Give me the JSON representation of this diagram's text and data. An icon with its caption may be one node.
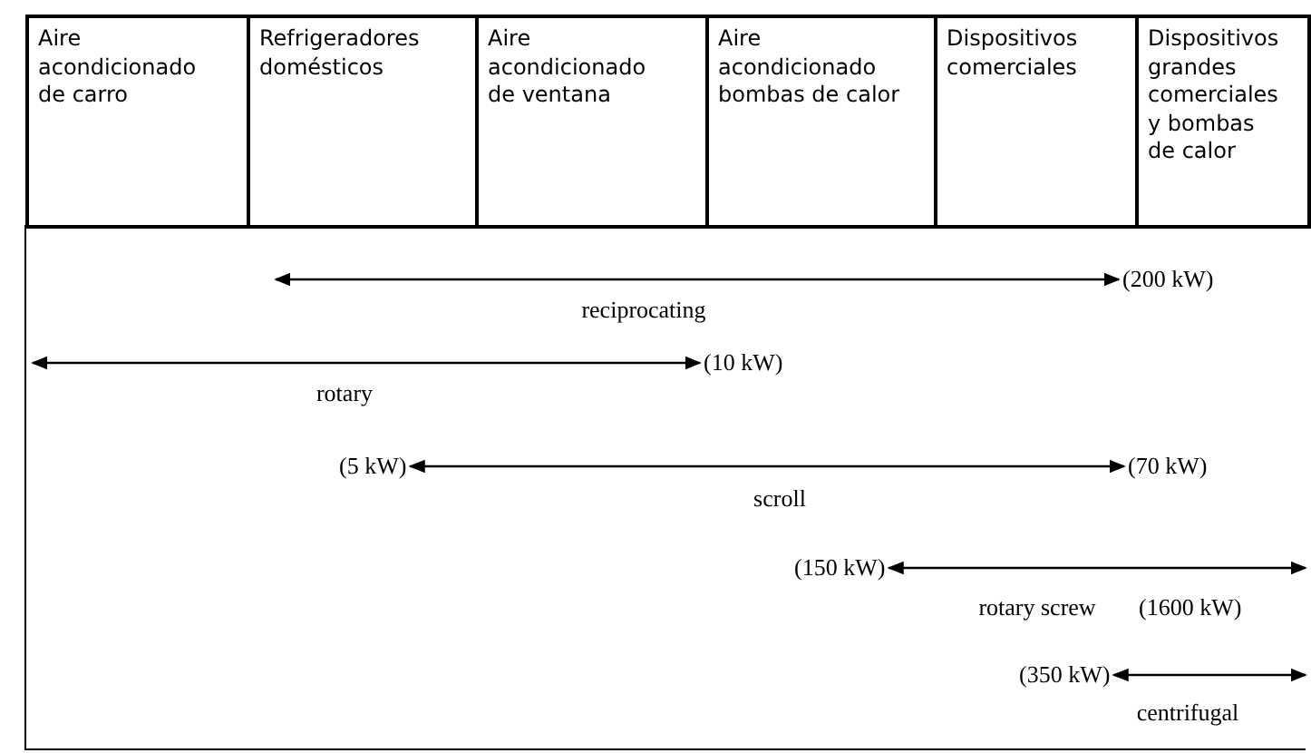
{
  "diagram": {
    "nodes": [
      {
        "text": [
          "Aire acondicionado de carro"
        ]
      },
      {
        "text": [
          "Refrigeradores domésticos"
        ]
      },
      {
        "text": [
          "Aire acondicionado de ventana"
        ]
      },
      {
        "text": [
          "Aire acondicionado bombas de calor"
        ]
      },
      {
        "text": [
          "Dispositivos comerciales"
        ]
      },
      {
        "text": [
          "Dispositivos grandes comerciales y bombas de calor"
        ]
      },
      {
        "text": [
          "(200 kW)"
        ]
      },
      {
        "text": [
          "(10 kW)"
        ]
      },
      {
        "text": [
          "(5 kW)"
        ]
      },
      {
        "text": [
          "(70 kW)"
        ]
      },
      {
        "text": [
          "(150 kW)"
        ]
      },
      {
        "text": [
          "(350 kW)"
        ]
      }
    ],
    "edges": [
      {
        "from": null,
        "to": 6,
        "arrow": "both",
        "label": "reciprocating"
      },
      {
        "from": null,
        "to": 7,
        "arrow": "both",
        "label": "rotary"
      },
      {
        "from": 8,
        "to": 9,
        "arrow": "both",
        "label": "scroll"
      },
      {
        "from": 10,
        "to": null,
        "arrow": "both",
        "label": "rotary screw"
      },
      {
        "from": 11,
        "to": null,
        "arrow": "both",
        "label": "centrifugal"
      }
    ],
    "labels": [
      "(1600 kW)"
    ]
  }
}
